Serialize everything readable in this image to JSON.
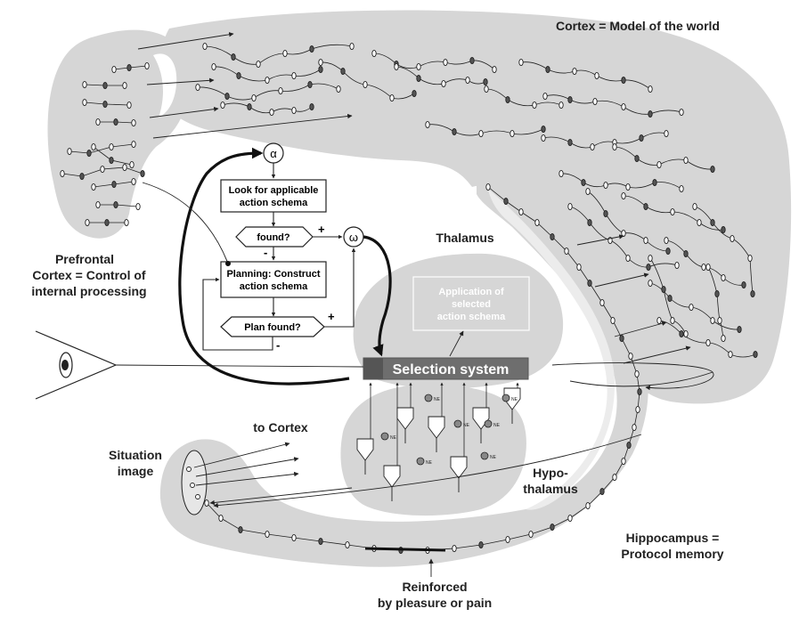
{
  "regions": {
    "cortex": "Cortex = Model of the world",
    "prefrontal": [
      "Prefrontal",
      "Cortex = Control of",
      "internal processing"
    ],
    "thalamus": "Thalamus",
    "hypothalamus": [
      "Hypo-",
      "thalamus"
    ],
    "hippocampus": [
      "Hippocampus =",
      "Protocol memory"
    ],
    "situation": [
      "Situation",
      "image"
    ],
    "to_cortex": "to Cortex",
    "reinforced": [
      "Reinforced",
      "by pleasure or pain"
    ]
  },
  "flowchart": {
    "alpha": "α",
    "omega": "ω",
    "look": [
      "Look for applicable",
      "action schema"
    ],
    "found": "found?",
    "planning": [
      "Planning: Construct",
      "action schema"
    ],
    "plan_found": "Plan found?",
    "plus": "+",
    "minus": "-"
  },
  "thalamus_box": [
    "Application of",
    "selected",
    "action schema"
  ],
  "selection_system": "Selection system",
  "ne_label": "NE"
}
